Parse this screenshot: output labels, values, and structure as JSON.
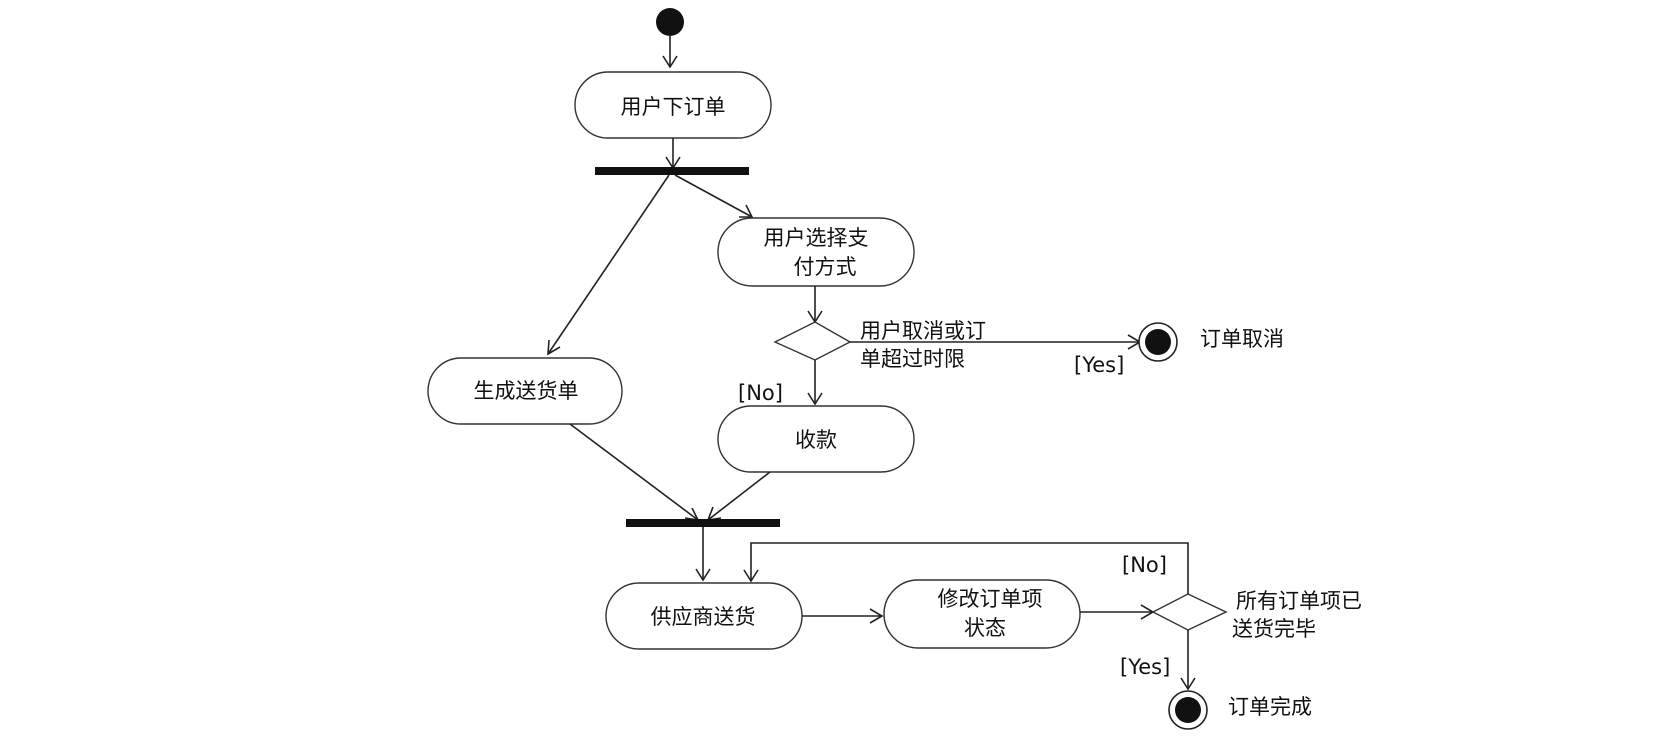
{
  "activities": {
    "place_order": "用户下订单",
    "choose_payment_l1": "用户选择支",
    "choose_payment_l2": "付方式",
    "gen_delivery": "生成送货单",
    "collect": "收款",
    "supplier_deliver": "供应商送货",
    "modify_l1": "修改订单项",
    "modify_l2": "状态"
  },
  "decisions": {
    "cancel_l1": "用户取消或订",
    "cancel_l2": "单超过时限",
    "all_l1": "所有订单项已",
    "all_l2": "送货完毕"
  },
  "guards": {
    "no_payment": "[No]",
    "yes_cancel": "[Yes]",
    "no_loop": "[No]",
    "yes_done": "[Yes]"
  },
  "finals": {
    "cancelled": "订单取消",
    "completed": "订单完成"
  }
}
